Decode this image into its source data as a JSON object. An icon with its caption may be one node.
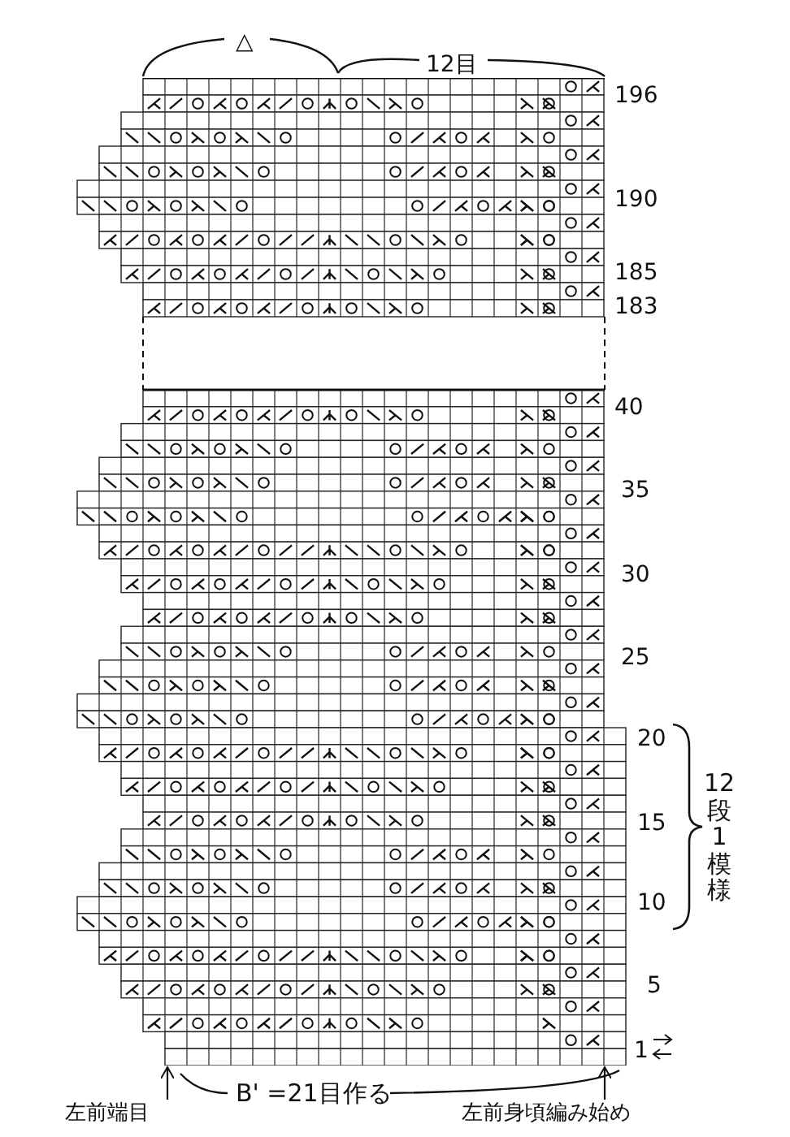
{
  "diagram": {
    "nodes": [
      {
        "text": [],
        "shape": "picture"
      },
      {
        "text": [
          "左前端目"
        ]
      },
      {
        "text": [
          "左前身頃編み始め"
        ]
      }
    ],
    "edges": [
      {
        "from": 1,
        "to": 0,
        "arrow": "to"
      },
      {
        "from": 2,
        "to": 0,
        "arrow": "to"
      }
    ],
    "labels": [
      "△",
      "12目",
      "196",
      "190",
      "185",
      "183",
      "40",
      "35",
      "30",
      "25",
      "20",
      "15",
      "10",
      "5",
      "1",
      "12段1模様",
      "B' =21目作る"
    ]
  }
}
